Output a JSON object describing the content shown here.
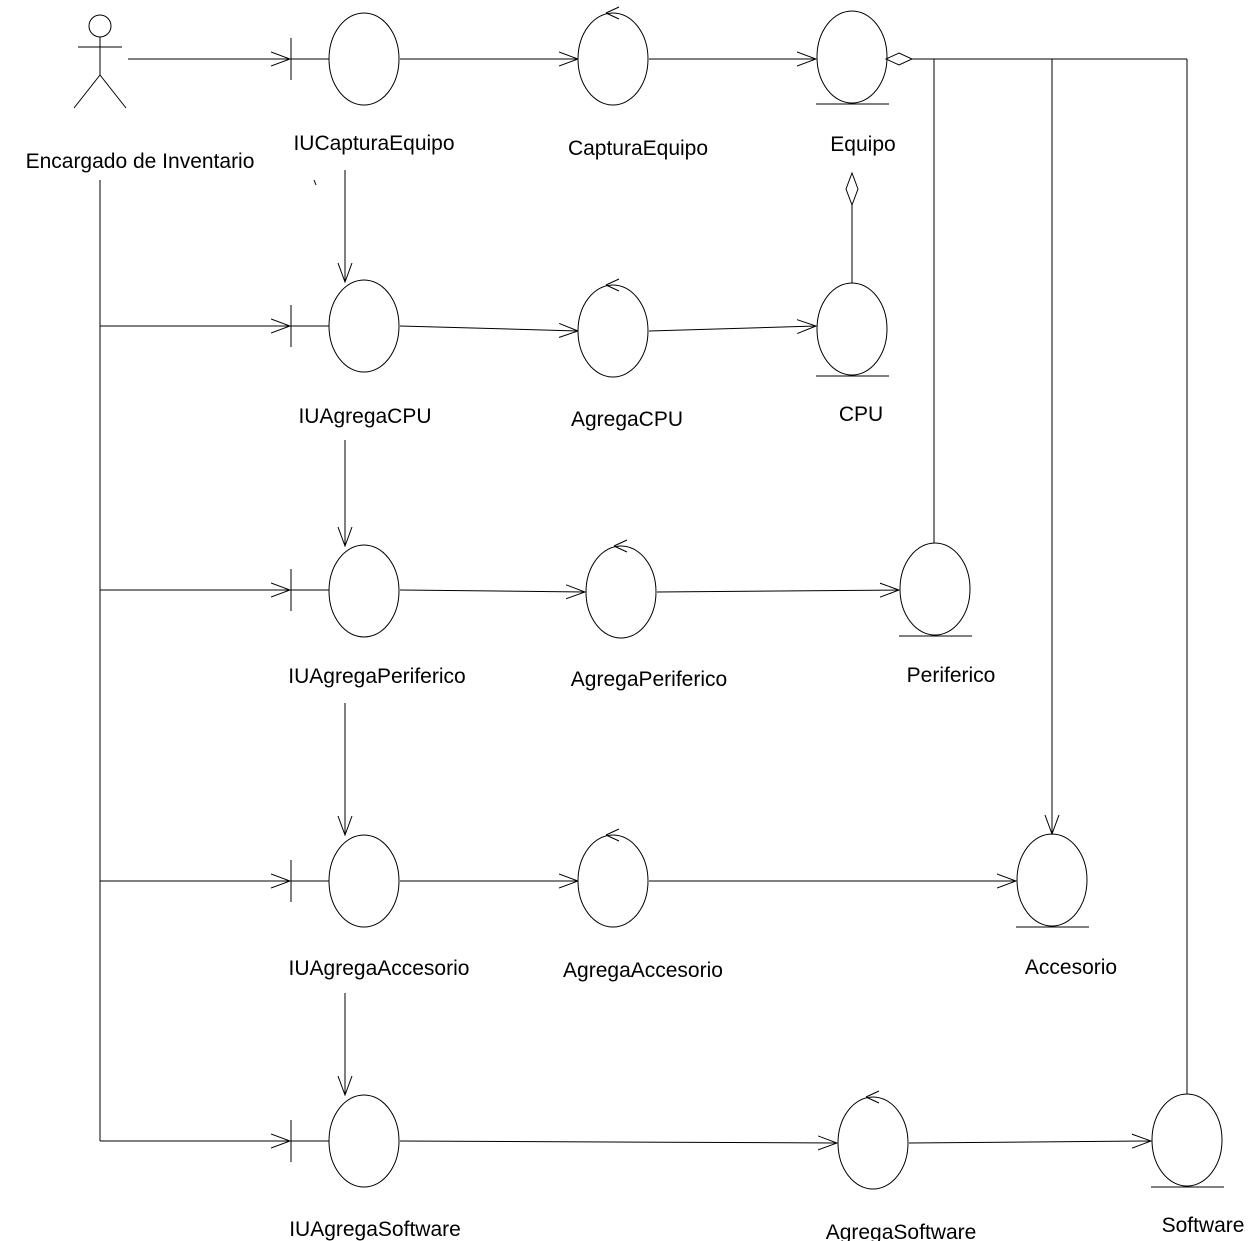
{
  "diagram": {
    "actor": {
      "label": "Encargado de Inventario"
    },
    "boundaries": [
      {
        "id": "iu_captura",
        "label": "IUCapturaEquipo"
      },
      {
        "id": "iu_cpu",
        "label": "IUAgregaCPU"
      },
      {
        "id": "iu_periferico",
        "label": "IUAgregaPeriferico"
      },
      {
        "id": "iu_accesorio",
        "label": "IUAgregaAccesorio"
      },
      {
        "id": "iu_software",
        "label": "IUAgregaSoftware"
      }
    ],
    "controls": [
      {
        "id": "ctl_captura",
        "label": "CapturaEquipo"
      },
      {
        "id": "ctl_cpu",
        "label": "AgregaCPU"
      },
      {
        "id": "ctl_periferico",
        "label": "AgregaPeriferico"
      },
      {
        "id": "ctl_accesorio",
        "label": "AgregaAccesorio"
      },
      {
        "id": "ctl_software",
        "label": "AgregaSoftware"
      }
    ],
    "entities": [
      {
        "id": "ent_equipo",
        "label": "Equipo"
      },
      {
        "id": "ent_cpu",
        "label": "CPU"
      },
      {
        "id": "ent_periferico",
        "label": "Periferico"
      },
      {
        "id": "ent_accesorio",
        "label": "Accesorio"
      },
      {
        "id": "ent_software",
        "label": "Software"
      }
    ]
  }
}
